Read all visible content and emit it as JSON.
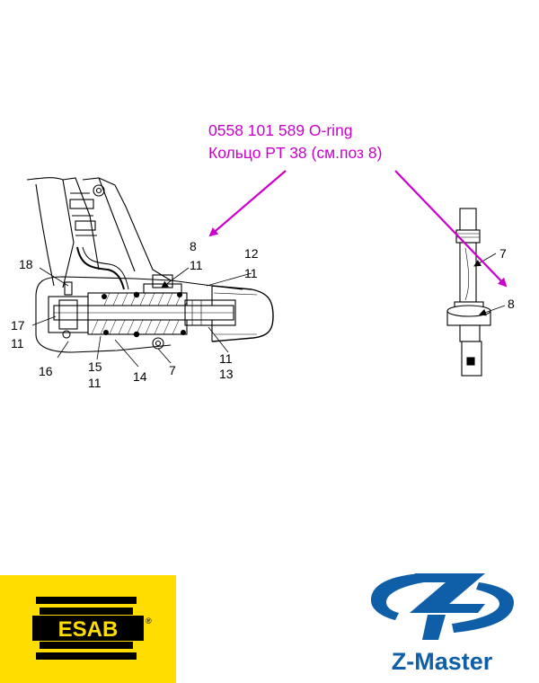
{
  "caption": {
    "line1": "0558 101 589 O-ring",
    "line2": "Кольцо PT 38 (см.поз 8)",
    "color": "#cc00cc"
  },
  "left_callouts": [
    "8",
    "11",
    "12",
    "11",
    "18",
    "17",
    "11",
    "16",
    "15",
    "11",
    "14",
    "7",
    "11",
    "13"
  ],
  "right_callouts": [
    "7",
    "8"
  ],
  "logos": {
    "esab": {
      "text": "ESAB",
      "registered": "®",
      "background": "#ffdd00",
      "foreground": "#000000"
    },
    "zmaster": {
      "text": "Z-Master",
      "color": "#0e5fa8"
    }
  }
}
